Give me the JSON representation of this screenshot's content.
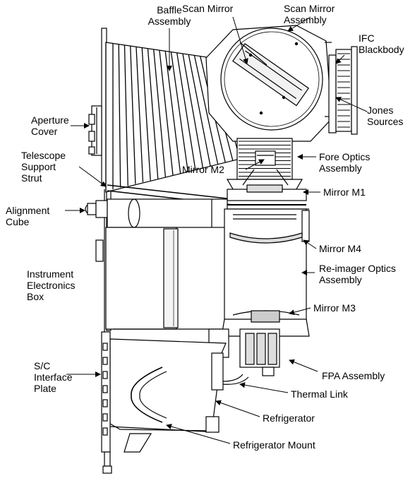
{
  "labels": {
    "baffle_assembly": [
      "Baffle",
      "Assembly"
    ],
    "scan_mirror": "Scan Mirror",
    "scan_mirror_assembly": [
      "Scan Mirror",
      "Assembly"
    ],
    "ifc_blackbody": [
      "IFC",
      "Blackbody"
    ],
    "aperture_cover": [
      "Aperture",
      "Cover"
    ],
    "jones_sources": [
      "Jones",
      "Sources"
    ],
    "telescope_support_strut": [
      "Telescope",
      "Support",
      "Strut"
    ],
    "fore_optics_assembly": [
      "Fore Optics",
      "Assembly"
    ],
    "mirror_m2": "Mirror M2",
    "mirror_m1": "Mirror M1",
    "alignment_cube": [
      "Alignment",
      "Cube"
    ],
    "mirror_m4": "Mirror M4",
    "instrument_electronics_box": [
      "Instrument",
      "Electronics",
      "Box"
    ],
    "reimager_optics_assembly": [
      "Re-imager Optics",
      "Assembly"
    ],
    "mirror_m3": "Mirror M3",
    "sc_interface_plate": [
      "S/C",
      "Interface",
      "Plate"
    ],
    "fpa_assembly": "FPA Assembly",
    "thermal_link": "Thermal Link",
    "refrigerator": "Refrigerator",
    "refrigerator_mount": "Refrigerator Mount"
  },
  "colors": {
    "line": "#000000",
    "gray": "#9a9a9a",
    "dark": "#555555",
    "fill": "#e8e8e8",
    "background": "#ffffff"
  }
}
